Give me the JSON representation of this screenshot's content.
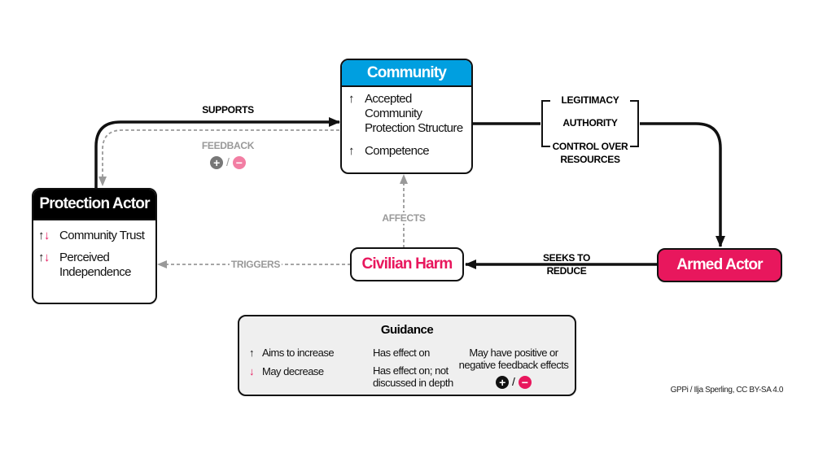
{
  "community": {
    "title": "Community",
    "items": [
      {
        "arrow": "↑",
        "text": "Accepted Community Protection Structure"
      },
      {
        "arrow": "↑",
        "text": "Competence"
      }
    ]
  },
  "protection_actor": {
    "title": "Protection Actor",
    "items": [
      {
        "arrow_up": "↑",
        "arrow_down": "↓",
        "text": "Community Trust"
      },
      {
        "arrow_up": "↑",
        "arrow_down": "↓",
        "text": "Perceived Independence"
      }
    ]
  },
  "civilian_harm": {
    "title": "Civilian Harm"
  },
  "armed_actor": {
    "title": "Armed Actor"
  },
  "edges": {
    "supports": "SUPPORTS",
    "feedback": "FEEDBACK",
    "plus": "+",
    "slash": "/",
    "minus": "−",
    "affects": "AFFECTS",
    "triggers": "TRIGGERS",
    "seeks_to_reduce": "SEEKS TO REDUCE"
  },
  "bracket": [
    "LEGITIMACY",
    "AUTHORITY",
    "CONTROL OVER RESOURCES"
  ],
  "guidance": {
    "title": "Guidance",
    "increase_arrow": "↑",
    "increase": "Aims to increase",
    "decrease_arrow": "↓",
    "decrease": "May decrease",
    "solid": "Has effect on",
    "dashed": "Has effect on; not discussed in depth",
    "feedback": "May have positive or negative feedback effects",
    "plus": "+",
    "slash": "/",
    "minus": "−"
  },
  "credit": "GPPi / Ilja Sperling, CC BY-SA 4.0",
  "colors": {
    "community": "#009fe0",
    "accent": "#e8175d",
    "dashed": "#999999",
    "legend_bg": "#efefef"
  }
}
